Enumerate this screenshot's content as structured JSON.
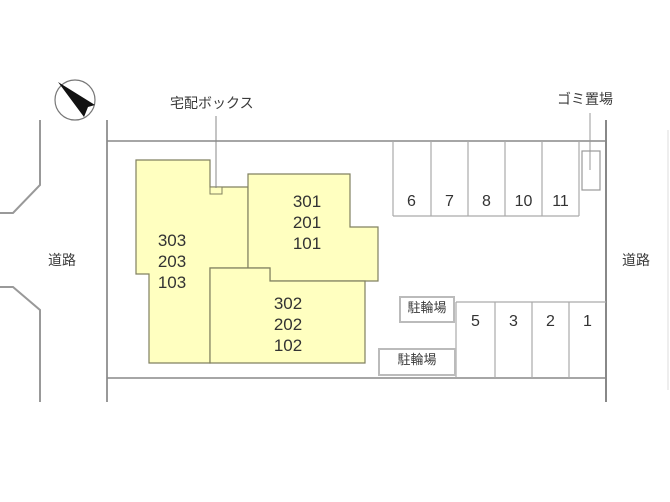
{
  "labels": {
    "delivery_box": "宅配ボックス",
    "garbage_area": "ゴミ置場",
    "road_left": "道路",
    "road_right": "道路",
    "bike_parking_1": "駐輪場",
    "bike_parking_2": "駐輪場"
  },
  "compass": {
    "icon": "north-arrow-icon",
    "direction": "north-west"
  },
  "buildings": [
    {
      "id": "west-wing",
      "units": [
        "303",
        "203",
        "103"
      ]
    },
    {
      "id": "north-east-wing",
      "units": [
        "301",
        "201",
        "101"
      ]
    },
    {
      "id": "south-wing",
      "units": [
        "302",
        "202",
        "102"
      ]
    }
  ],
  "parking": {
    "top_row": [
      "6",
      "7",
      "8",
      "10",
      "11"
    ],
    "bottom_row": [
      "5",
      "3",
      "2",
      "1"
    ]
  },
  "colors": {
    "building_fill": "#ffffc0",
    "building_stroke": "#808060",
    "line": "#888888"
  }
}
